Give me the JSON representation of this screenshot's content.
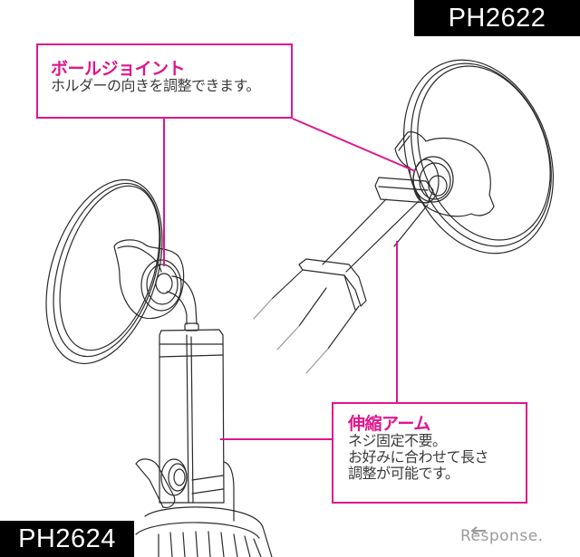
{
  "model_tags": {
    "top_right": "PH2622",
    "bottom_left": "PH2624"
  },
  "callouts": {
    "ball_joint": {
      "title": "ボールジョイント",
      "body": "ホルダーの向きを調整できます。"
    },
    "telescopic_arm": {
      "title": "伸縮アーム",
      "body": "ネジ固定不要。\nお好みに合わせて長さ\n調整が可能です。"
    }
  },
  "watermark": {
    "text": "Response."
  },
  "colors": {
    "accent": "#e0168c",
    "tag_background": "#000000",
    "tag_text": "#ffffff",
    "body_text": "#3a3a3a",
    "line_art": "#2a2a2a"
  }
}
